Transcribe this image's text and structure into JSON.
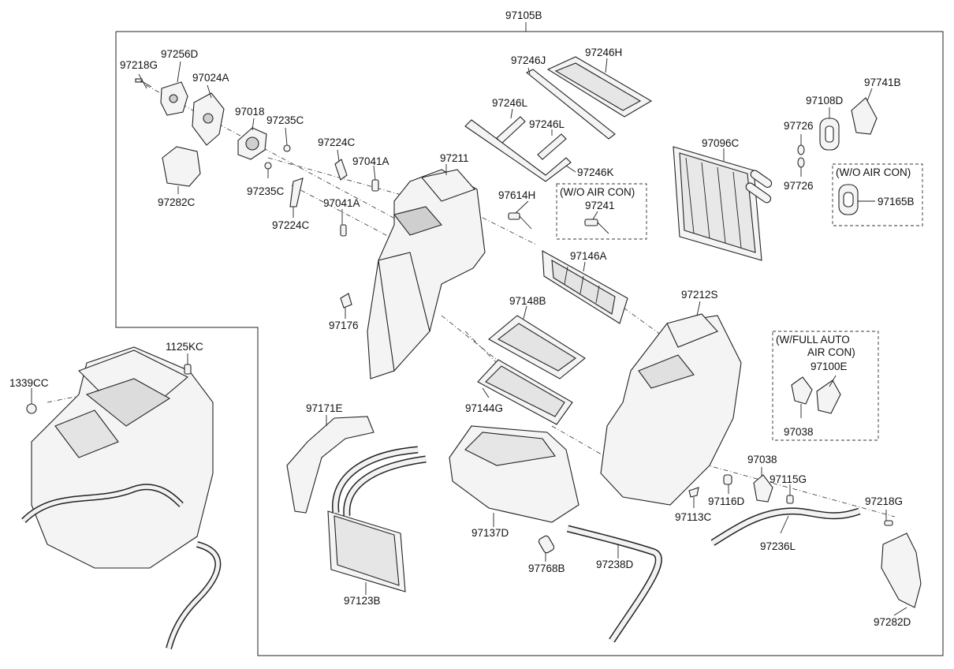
{
  "diagram": {
    "main_assembly": "97105B",
    "callouts": {
      "c97218G_top": "97218G",
      "c97256D": "97256D",
      "c97024A": "97024A",
      "c97018": "97018",
      "c97235C_a": "97235C",
      "c97235C_b": "97235C",
      "c97224C_a": "97224C",
      "c97224C_b": "97224C",
      "c97041A_a": "97041A",
      "c97041A_b": "97041A",
      "c97282C": "97282C",
      "c97211": "97211",
      "c97176": "97176",
      "c97246J": "97246J",
      "c97246H": "97246H",
      "c97246L_a": "97246L",
      "c97246L_b": "97246L",
      "c97246K": "97246K",
      "c97614H": "97614H",
      "c97241": "97241",
      "c97146A": "97146A",
      "c97148B": "97148B",
      "c97144G": "97144G",
      "c97096C": "97096C",
      "c97108D": "97108D",
      "c97741B": "97741B",
      "c97726_a": "97726",
      "c97726_b": "97726",
      "c97165B": "97165B",
      "c97212S": "97212S",
      "c97100E": "97100E",
      "c97038_a": "97038",
      "c97038_b": "97038",
      "c97115G": "97115G",
      "c97116D": "97116D",
      "c97113C": "97113C",
      "c97218G_bottom": "97218G",
      "c97236L": "97236L",
      "c97282D": "97282D",
      "c97171E": "97171E",
      "c97137D": "97137D",
      "c97123B": "97123B",
      "c97768B": "97768B",
      "c97238D": "97238D",
      "c1125KC": "1125KC",
      "c1339CC": "1339CC"
    },
    "notes": {
      "wo_air_con_a": "(W/O AIR CON)",
      "wo_air_con_b": "(W/O AIR CON)",
      "full_auto_line1": "(W/FULL AUTO",
      "full_auto_line2": "AIR CON)"
    }
  }
}
